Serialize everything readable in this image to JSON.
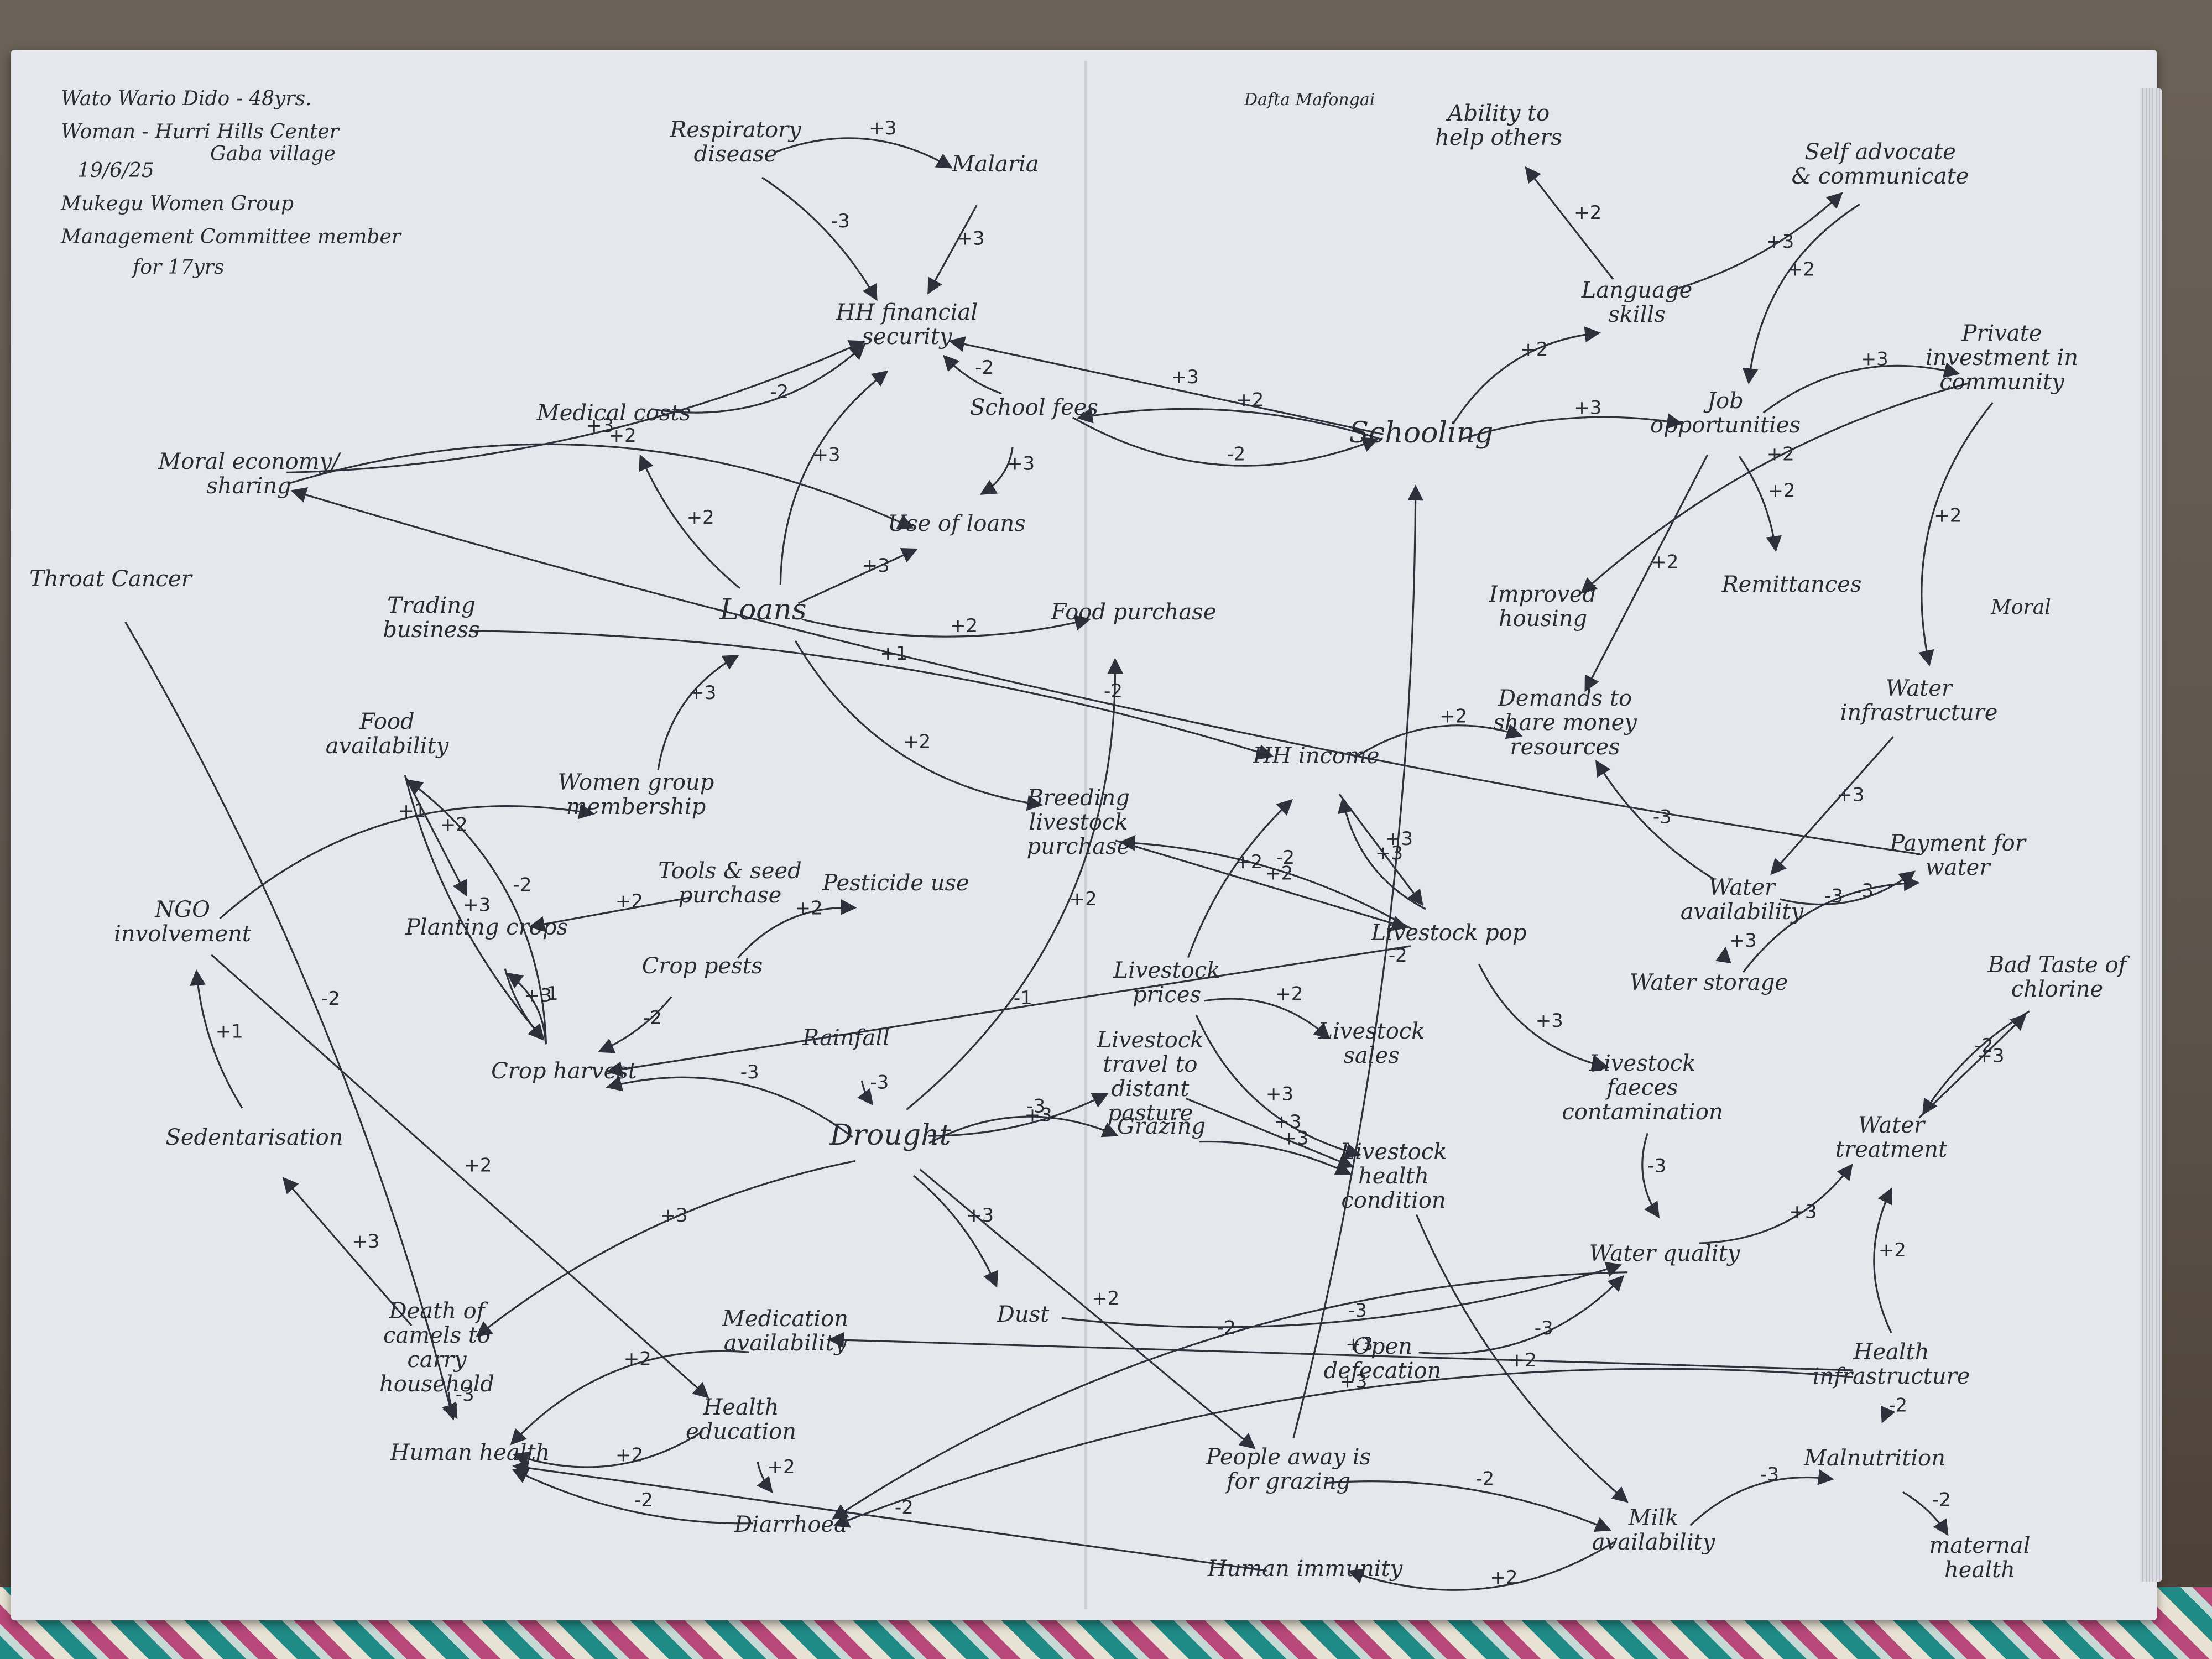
{
  "header": {
    "line1": "Wato Wario Dido - 48yrs.",
    "line2": "Woman - Hurri Hills Center",
    "line3": "Gaba village",
    "line4": "19/6/25",
    "line5": "Mukegu Women Group",
    "line6": "Management Committee member",
    "line7": "for 17yrs",
    "signature": "Dafta Mafongai"
  },
  "nodes": [
    {
      "id": "respiratory",
      "label": "Respiratory disease"
    },
    {
      "id": "malaria",
      "label": "Malaria"
    },
    {
      "id": "hhfin",
      "label": "HH financial security"
    },
    {
      "id": "medical",
      "label": "Medical costs"
    },
    {
      "id": "schoolfees",
      "label": "School fees"
    },
    {
      "id": "useloans",
      "label": "Use of loans"
    },
    {
      "id": "moral",
      "label": "Moral economy/ sharing"
    },
    {
      "id": "throat",
      "label": "Throat Cancer"
    },
    {
      "id": "trading",
      "label": "Trading business"
    },
    {
      "id": "loans",
      "label": "Loans"
    },
    {
      "id": "foodpurchase",
      "label": "Food purchase"
    },
    {
      "id": "foodavail",
      "label": "Food availability"
    },
    {
      "id": "women",
      "label": "Women group membership"
    },
    {
      "id": "ngo",
      "label": "NGO involvement"
    },
    {
      "id": "planting",
      "label": "Planting crops"
    },
    {
      "id": "tools",
      "label": "Tools & seed purchase"
    },
    {
      "id": "pesticide",
      "label": "Pesticide use"
    },
    {
      "id": "breeding",
      "label": "Breeding livestock purchase"
    },
    {
      "id": "hhincome",
      "label": "HH income"
    },
    {
      "id": "croppests",
      "label": "Crop pests"
    },
    {
      "id": "cropharvest",
      "label": "Crop harvest"
    },
    {
      "id": "rainfall",
      "label": "Rainfall"
    },
    {
      "id": "livestockprice",
      "label": "Livestock prices"
    },
    {
      "id": "livestockpop",
      "label": "Livestock pop"
    },
    {
      "id": "livestocksales",
      "label": "Livestock sales"
    },
    {
      "id": "sedent",
      "label": "Sedentarisation"
    },
    {
      "id": "drought",
      "label": "Drought"
    },
    {
      "id": "livestocktravel",
      "label": "Livestock travel to distant pasture"
    },
    {
      "id": "grazing",
      "label": "Grazing"
    },
    {
      "id": "livestockhealth",
      "label": "Livestock health condition"
    },
    {
      "id": "faeces",
      "label": "Livestock faeces contamination"
    },
    {
      "id": "schooling",
      "label": "Schooling"
    },
    {
      "id": "language",
      "label": "Language skills"
    },
    {
      "id": "ability",
      "label": "Ability to help others"
    },
    {
      "id": "selfadv",
      "label": "Self advocate & communicate"
    },
    {
      "id": "job",
      "label": "Job opportunities"
    },
    {
      "id": "private",
      "label": "Private investment in community"
    },
    {
      "id": "housing",
      "label": "Improved housing"
    },
    {
      "id": "remit",
      "label": "Remittances"
    },
    {
      "id": "demands",
      "label": "Demands to share money resources"
    },
    {
      "id": "waterinfra",
      "label": "Water infrastructure"
    },
    {
      "id": "wateravail",
      "label": "Water availability"
    },
    {
      "id": "payment",
      "label": "Payment for water"
    },
    {
      "id": "waterstorage",
      "label": "Water storage"
    },
    {
      "id": "badtaste",
      "label": "Bad Taste of chlorine"
    },
    {
      "id": "watertreat",
      "label": "Water treatment"
    },
    {
      "id": "waterquality",
      "label": "Water quality"
    },
    {
      "id": "deathcamels",
      "label": "Death of camels to carry household"
    },
    {
      "id": "medication",
      "label": "Medication availability"
    },
    {
      "id": "dust",
      "label": "Dust"
    },
    {
      "id": "opendef",
      "label": "Open defecation"
    },
    {
      "id": "healthinfra",
      "label": "Health infrastructure"
    },
    {
      "id": "humanhealth",
      "label": "Human health"
    },
    {
      "id": "healthedu",
      "label": "Health education"
    },
    {
      "id": "peopleaway",
      "label": "People away is for grazing"
    },
    {
      "id": "malnutrition",
      "label": "Malnutrition"
    },
    {
      "id": "maternal",
      "label": "maternal health"
    },
    {
      "id": "milk",
      "label": "Milk availability"
    },
    {
      "id": "diarrhoea",
      "label": "Diarrhoea"
    },
    {
      "id": "humanimmunity",
      "label": "Human immunity"
    }
  ],
  "edges": [
    {
      "from": "respiratory",
      "to": "malaria",
      "label": "+3"
    },
    {
      "from": "respiratory",
      "to": "hhfin",
      "label": "-3"
    },
    {
      "from": "malaria",
      "to": "hhfin",
      "label": "+3"
    },
    {
      "from": "moral",
      "to": "hhfin",
      "label": "+3"
    },
    {
      "from": "medical",
      "to": "hhfin",
      "label": "-2"
    },
    {
      "from": "loans",
      "to": "hhfin",
      "label": "+3"
    },
    {
      "from": "schoolfees",
      "to": "hhfin",
      "label": "-2"
    },
    {
      "from": "schooling",
      "to": "hhfin",
      "label": "+3"
    },
    {
      "from": "schooling",
      "to": "schoolfees",
      "label": "+2"
    },
    {
      "from": "schoolfees",
      "to": "schooling",
      "label": "-2"
    },
    {
      "from": "schoolfees",
      "to": "useloans",
      "label": "+3"
    },
    {
      "from": "loans",
      "to": "medical",
      "label": "+2"
    },
    {
      "from": "loans",
      "to": "useloans",
      "label": "+3"
    },
    {
      "from": "loans",
      "to": "foodpurchase",
      "label": "+2"
    },
    {
      "from": "loans",
      "to": "breeding",
      "label": "+2"
    },
    {
      "from": "women",
      "to": "loans",
      "label": "+3"
    },
    {
      "from": "trading",
      "to": "hhincome",
      "label": "+1"
    },
    {
      "from": "foodavail",
      "to": "planting",
      "label": "+2"
    },
    {
      "from": "foodavail",
      "to": "cropharvest",
      "label": "+3"
    },
    {
      "from": "cropharvest",
      "to": "foodavail",
      "label": "-2"
    },
    {
      "from": "ngo",
      "to": "women",
      "label": "+1"
    },
    {
      "from": "sedent",
      "to": "ngo",
      "label": "+1"
    },
    {
      "from": "tools",
      "to": "planting",
      "label": "+2"
    },
    {
      "from": "planting",
      "to": "cropharvest",
      "label": "+3"
    },
    {
      "from": "cropharvest",
      "to": "planting",
      "label": "-1"
    },
    {
      "from": "croppests",
      "to": "pesticide",
      "label": "+2"
    },
    {
      "from": "croppests",
      "to": "cropharvest",
      "label": "-2"
    },
    {
      "from": "livestockpop",
      "to": "cropharvest",
      "label": "-1"
    },
    {
      "from": "rainfall",
      "to": "drought",
      "label": "-3"
    },
    {
      "from": "drought",
      "to": "cropharvest",
      "label": "-3"
    },
    {
      "from": "drought",
      "to": "grazing",
      "label": "-3"
    },
    {
      "from": "drought",
      "to": "dust",
      "label": "+3"
    },
    {
      "from": "drought",
      "to": "peopleaway",
      "label": "+2"
    },
    {
      "from": "drought",
      "to": "deathcamels",
      "label": "+3"
    },
    {
      "from": "drought",
      "to": "foodpurchase",
      "label": "+2"
    },
    {
      "from": "livestockprice",
      "to": "livestocksales",
      "label": "+2"
    },
    {
      "from": "livestockprice",
      "to": "hhincome",
      "label": "+2"
    },
    {
      "from": "breeding",
      "to": "livestockpop",
      "label": "+2"
    },
    {
      "from": "livestockpop",
      "to": "breeding",
      "label": "-2"
    },
    {
      "from": "livestockpop",
      "to": "faeces",
      "label": "+3"
    },
    {
      "from": "livestockpop",
      "to": "hhincome",
      "label": "+3"
    },
    {
      "from": "grazing",
      "to": "livestockhealth",
      "label": "+3"
    },
    {
      "from": "livestocktravel",
      "to": "livestockhealth",
      "label": "+3"
    },
    {
      "from": "livestockhealth",
      "to": "milk",
      "label": "+2"
    },
    {
      "from": "faeces",
      "to": "waterquality",
      "label": "-3"
    },
    {
      "from": "schooling",
      "to": "language",
      "label": "+2"
    },
    {
      "from": "schooling",
      "to": "job",
      "label": "+3"
    },
    {
      "from": "language",
      "to": "ability",
      "label": "+2"
    },
    {
      "from": "language",
      "to": "selfadv",
      "label": "+3"
    },
    {
      "from": "selfadv",
      "to": "job",
      "label": "+2"
    },
    {
      "from": "job",
      "to": "private",
      "label": "+3"
    },
    {
      "from": "job",
      "to": "remit",
      "label": "+2"
    },
    {
      "from": "job",
      "to": "demands",
      "label": "+2"
    },
    {
      "from": "private",
      "to": "housing",
      "label": "+2"
    },
    {
      "from": "private",
      "to": "waterinfra",
      "label": "+2"
    },
    {
      "from": "hhincome",
      "to": "demands",
      "label": "+2"
    },
    {
      "from": "wateravail",
      "to": "demands",
      "label": "-3"
    },
    {
      "from": "waterinfra",
      "to": "wateravail",
      "label": "+3"
    },
    {
      "from": "waterstorage",
      "to": "wateravail",
      "label": "+3"
    },
    {
      "from": "wateravail",
      "to": "payment",
      "label": "-3"
    },
    {
      "from": "waterstorage",
      "to": "payment",
      "label": "-3"
    },
    {
      "from": "payment",
      "to": "moral",
      "label": "-2"
    },
    {
      "from": "watertreat",
      "to": "badtaste",
      "label": "+3"
    },
    {
      "from": "badtaste",
      "to": "watertreat",
      "label": "-2"
    },
    {
      "from": "waterquality",
      "to": "watertreat",
      "label": "+3"
    },
    {
      "from": "healthinfra",
      "to": "watertreat",
      "label": "+2"
    },
    {
      "from": "healthinfra",
      "to": "malnutrition",
      "label": "-2"
    },
    {
      "from": "healthinfra",
      "to": "medication",
      "label": "+3"
    },
    {
      "from": "dust",
      "to": "waterquality",
      "label": "-3"
    },
    {
      "from": "opendef",
      "to": "waterquality",
      "label": "-3"
    },
    {
      "from": "milk",
      "to": "malnutrition",
      "label": "-3"
    },
    {
      "from": "malnutrition",
      "to": "maternal",
      "label": "-2"
    },
    {
      "from": "deathcamels",
      "to": "sedent",
      "label": "+3"
    },
    {
      "from": "deathcamels",
      "to": "humanhealth",
      "label": "-3"
    },
    {
      "from": "medication",
      "to": "humanhealth",
      "label": "+2"
    },
    {
      "from": "healthedu",
      "to": "humanhealth",
      "label": "+2"
    },
    {
      "from": "diarrhoea",
      "to": "humanhealth",
      "label": "-2"
    },
    {
      "from": "humanimmunity",
      "to": "humanhealth",
      "label": "-2"
    },
    {
      "from": "healthedu",
      "to": "diarrhoea",
      "label": "+2"
    },
    {
      "from": "waterquality",
      "to": "diarrhoea",
      "label": "-2"
    },
    {
      "from": "milk",
      "to": "humanimmunity",
      "label": "+2"
    },
    {
      "from": "throat",
      "to": "humanhealth",
      "label": "-2"
    },
    {
      "from": "ngo",
      "to": "healthedu",
      "label": "+2"
    },
    {
      "from": "peopleaway",
      "to": "schooling",
      "label": "-2"
    },
    {
      "from": "healthinfra",
      "to": "diarrhoea",
      "label": "+3"
    },
    {
      "from": "moral",
      "to": "useloans",
      "label": "+2"
    },
    {
      "from": "peopleaway",
      "to": "milk",
      "label": "-2"
    },
    {
      "from": "hhincome",
      "to": "livestockpop",
      "label": "+3"
    },
    {
      "from": "drought",
      "to": "livestocktravel",
      "label": "+3"
    },
    {
      "from": "livestockprice",
      "to": "livestockhealth",
      "label": "+3"
    }
  ],
  "extra_labels": {
    "moral_near_water": "Moral"
  }
}
